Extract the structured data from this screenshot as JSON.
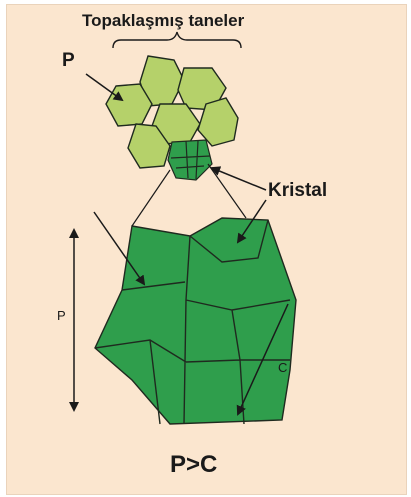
{
  "labels": {
    "title": "Topaklaşmış taneler",
    "particle": "P",
    "crystal": "Kristal",
    "particle_size": "P",
    "crystal_size": "C",
    "relation": "P>C"
  },
  "colors": {
    "background": "#fbe6cf",
    "agglomerate_fill": "#b5d16a",
    "crystal_fill": "#2f9e4c",
    "outline": "#1f2a1f",
    "text": "#1a1a1a"
  }
}
